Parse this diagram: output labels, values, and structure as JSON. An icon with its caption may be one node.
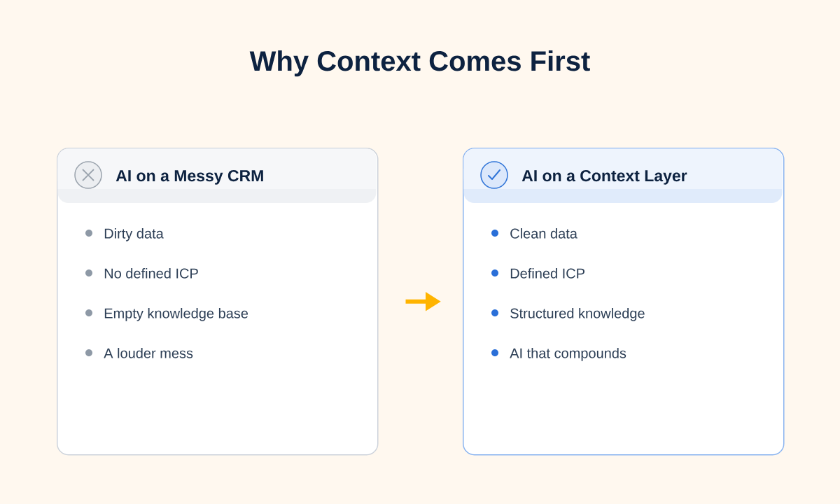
{
  "diagram": {
    "title": "Why Context Comes First",
    "nodes": [
      {
        "text": [
          "AI on a Messy CRM",
          "Dirty data",
          "No defined ICP",
          "Empty knowledge base",
          "A louder mess"
        ]
      },
      {
        "text": [
          "AI on a Context Layer",
          "Clean data",
          "Defined ICP",
          "Structured knowledge",
          "AI that compounds"
        ]
      }
    ],
    "edges": [
      {
        "from": 0,
        "to": 1,
        "arrow": "to",
        "color": "#ffb400"
      }
    ]
  }
}
